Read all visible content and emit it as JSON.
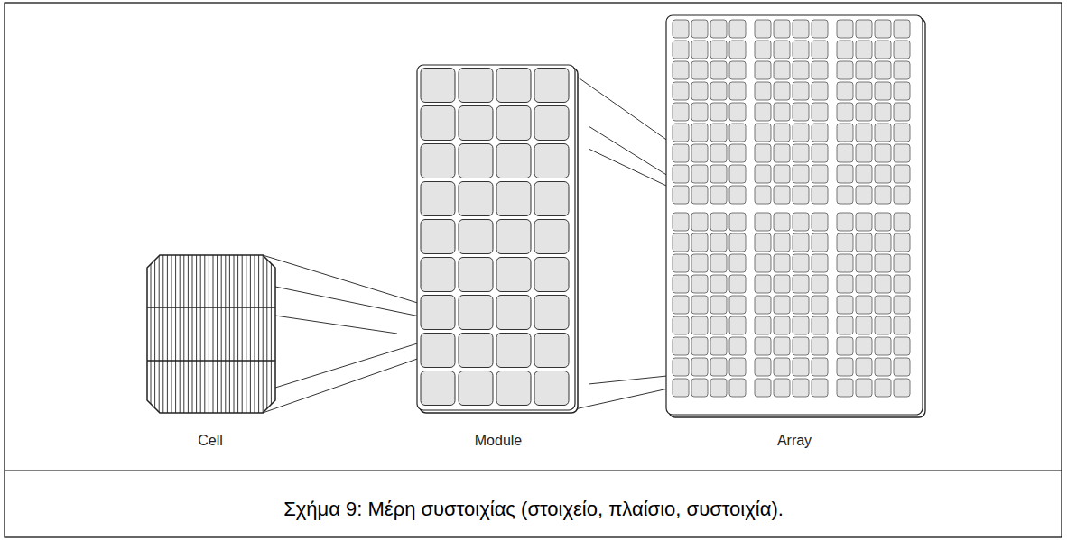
{
  "diagram": {
    "caption": "Σχήμα 9: Μέρη συστοιχίας (στοιχείο, πλαίσιο, συστοιχία).",
    "labels": [
      "Cell",
      "Module",
      "Array"
    ]
  }
}
